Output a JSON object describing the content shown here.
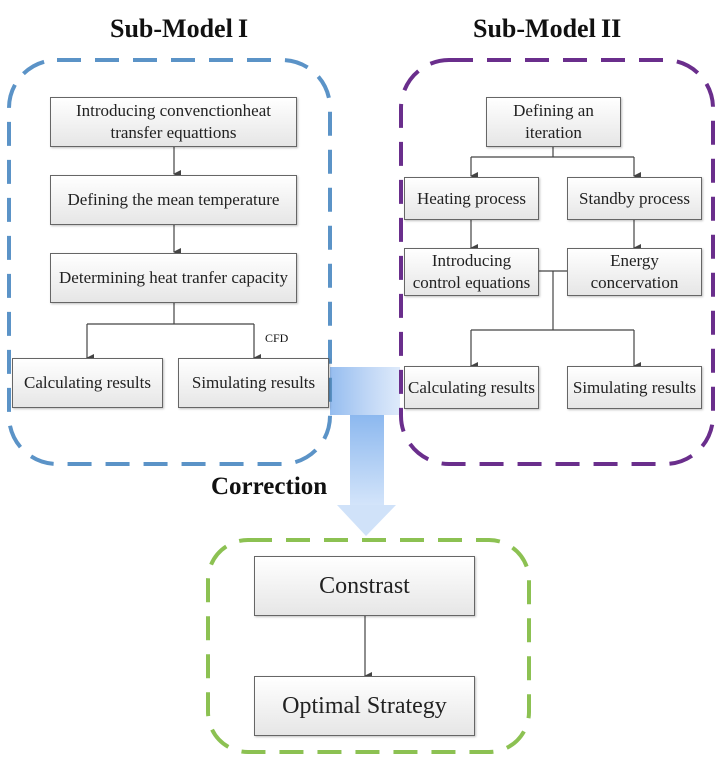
{
  "colors": {
    "submodel1_border": "#5b93c7",
    "submodel2_border": "#6a2e8c",
    "result_border": "#8cc152",
    "correction_arrow": "#a9c9f2",
    "connector": "#444444"
  },
  "submodel1": {
    "title": "Sub-Model I",
    "steps": [
      "Introducing convenctionheat transfer equattions",
      "Defining the mean temperature",
      "Determining heat tranfer capacity"
    ],
    "outputs": [
      "Calculating results",
      "Simulating results"
    ],
    "cfd_label": "CFD"
  },
  "submodel2": {
    "title": "Sub-Model II",
    "start": "Defining an iteration",
    "processes": [
      "Heating process",
      "Standby process"
    ],
    "equations": [
      "Introducing control equations",
      "Energy concervation"
    ],
    "outputs": [
      "Calculating results",
      "Simulating results"
    ]
  },
  "correction_label": "Correction",
  "result": {
    "steps": [
      "Constrast",
      "Optimal Strategy"
    ]
  }
}
